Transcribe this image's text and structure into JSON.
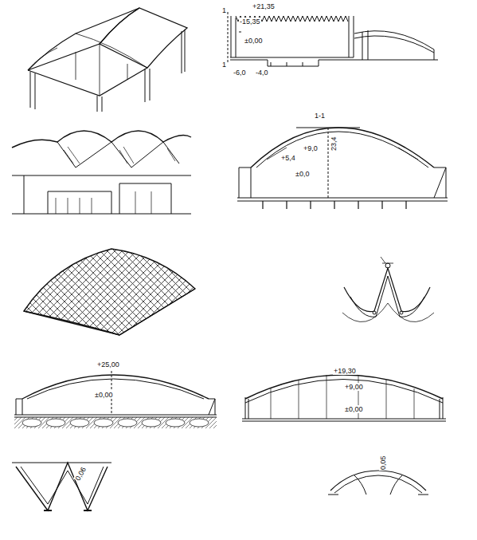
{
  "diagram": {
    "labels": [
      "+21,35",
      "-15,35",
      "±0,00",
      "1",
      "1",
      "-6,0",
      "-4,0",
      "1-1",
      "+9,0",
      "+5,4",
      "±0,0",
      "23,4",
      "+25,00",
      "±0,00",
      "+19,30",
      "+9,00",
      "±0,00",
      "0,06",
      "0,05"
    ]
  }
}
